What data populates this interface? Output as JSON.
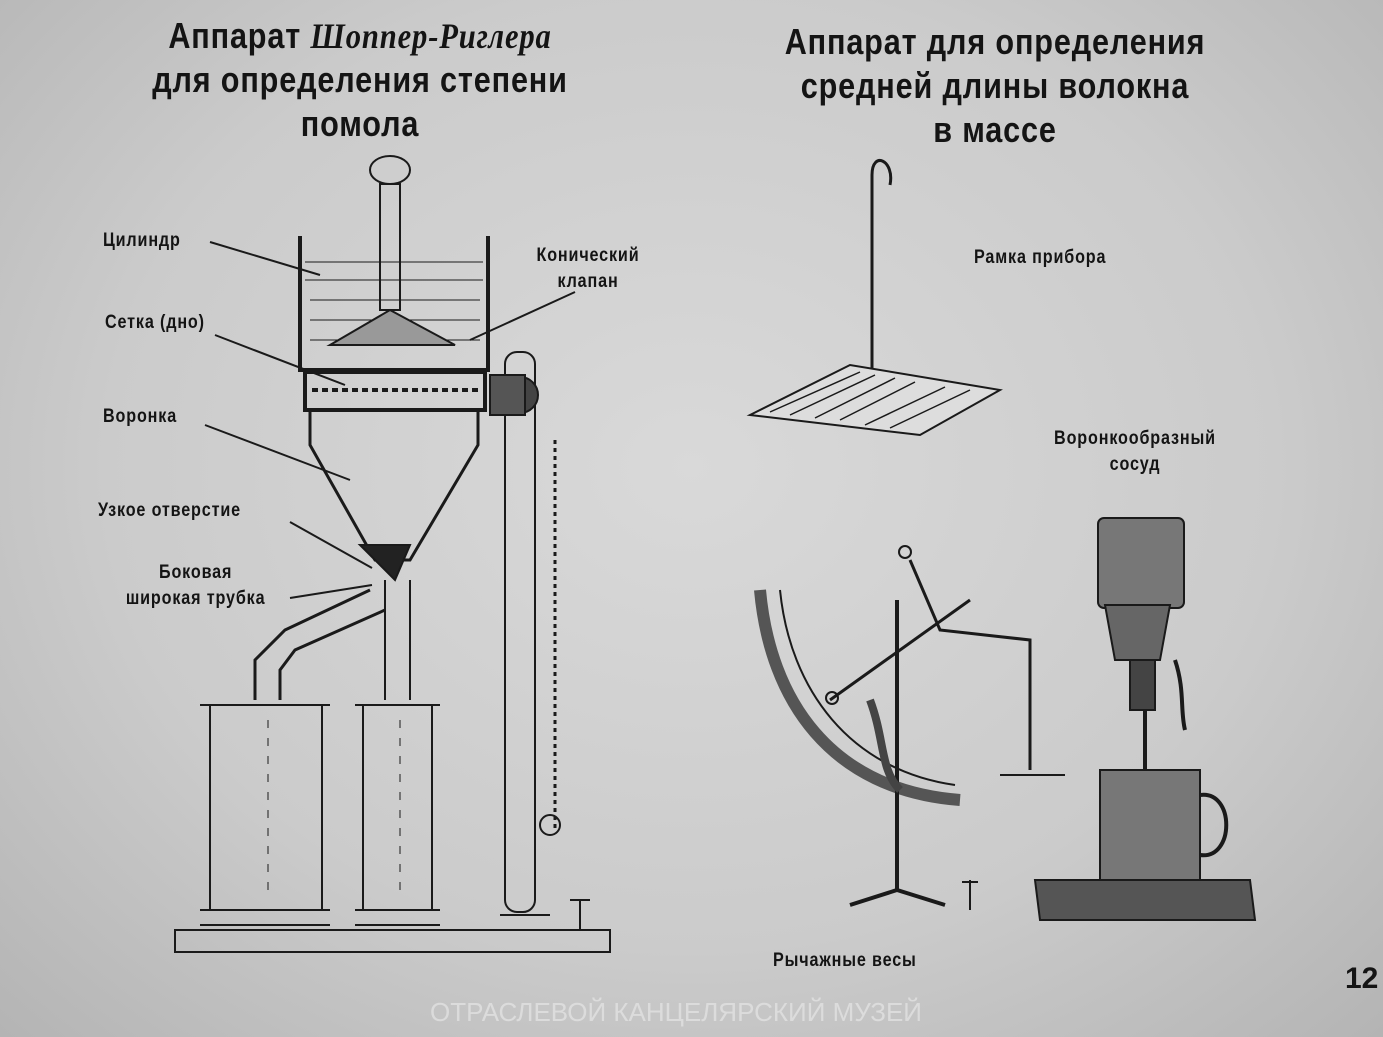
{
  "left": {
    "title_line1_a": "Аппарат",
    "title_line1_b": "Шоппер-Риглера",
    "title_line2": "для определения степени",
    "title_line3": "помола",
    "labels": {
      "cylinder": "Цилиндр",
      "mesh": "Сетка (дно)",
      "funnel": "Воронка",
      "narrow": "Узкое отверстие",
      "side_tube_1": "Боковая",
      "side_tube_2": "широкая трубка",
      "valve_1": "Конический",
      "valve_2": "клапан"
    }
  },
  "right": {
    "title_line1": "Аппарат для определения",
    "title_line2": "средней длины волокна",
    "title_line3": "в массе",
    "labels": {
      "frame": "Рамка прибора",
      "vessel_1": "Воронкообразный",
      "vessel_2": "сосуд",
      "scales": "Рычажные весы"
    }
  },
  "page_number": "12",
  "watermark": "ОТРАСЛЕВОЙ КАНЦЕЛЯРСКИЙ МУЗЕЙ"
}
